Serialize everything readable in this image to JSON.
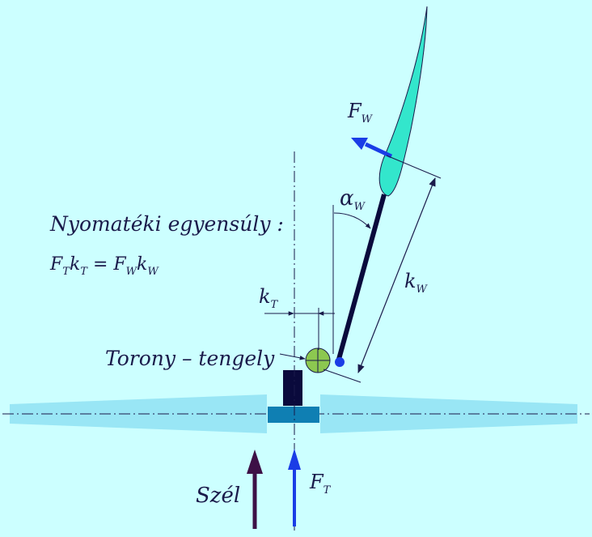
{
  "balance": {
    "title": "Nyomatéki egyensúly :",
    "eq": {
      "F1": "F",
      "s1": "T",
      "k1": "k",
      "s2": "T",
      "equals": " = ",
      "F2": "F",
      "s3": "W",
      "k2": "k",
      "s4": "W"
    }
  },
  "labels": {
    "fw": {
      "main": "F",
      "sub": "W"
    },
    "alpha": {
      "main": "α",
      "sub": "W"
    },
    "kw": {
      "main": "k",
      "sub": "W"
    },
    "kt": {
      "main": "k",
      "sub": "T"
    },
    "ft": {
      "main": "F",
      "sub": "T"
    },
    "tower_axis": "Torony – tengely",
    "wind": "Szél"
  },
  "colors": {
    "background": "#ccffff",
    "rotor_blade": "#99e6f5",
    "hub": "#0f7fb3",
    "nacelle": "#0a0a3c",
    "vane_arm": "#0a0a3c",
    "vane_fin": "#33e6cc",
    "tower_circle": "#8cc850",
    "force_arrow": "#1a3de6",
    "wind_arrow": "#3d1046",
    "line": "#1a1a4a"
  }
}
